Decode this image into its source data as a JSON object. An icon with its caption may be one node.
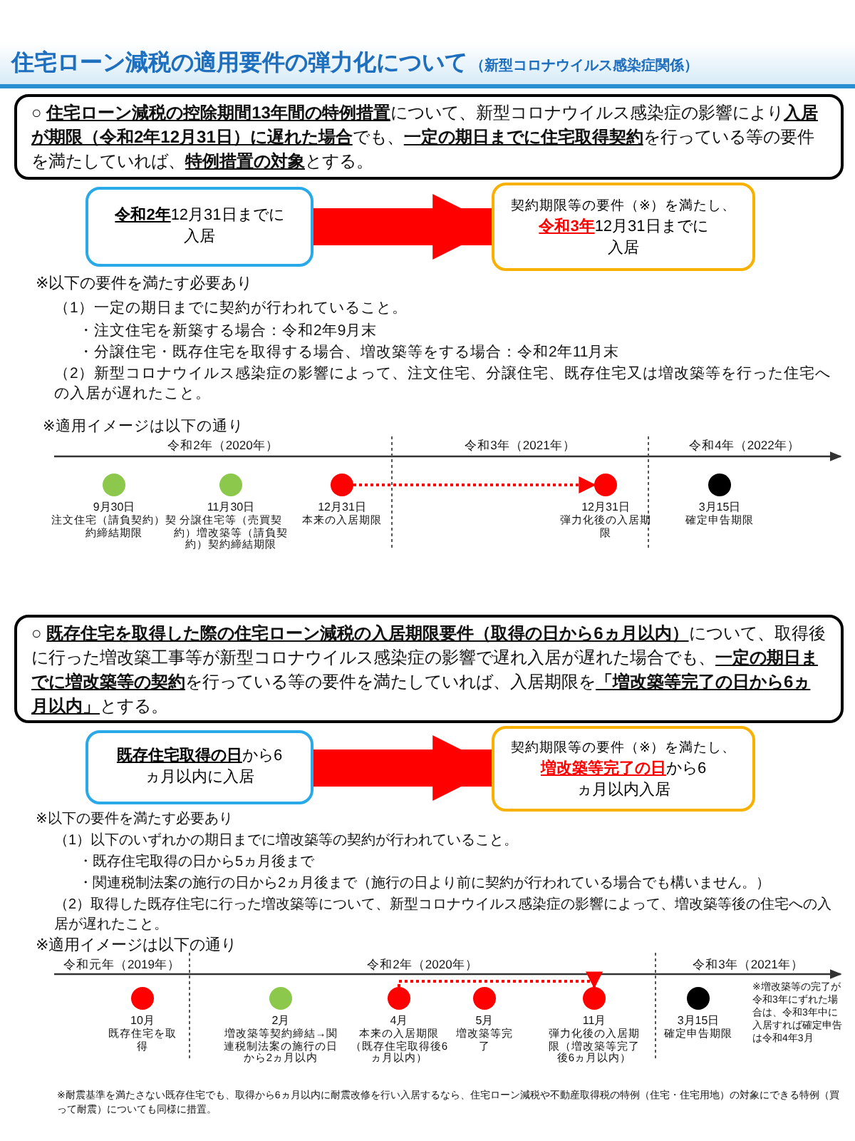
{
  "diagram": {
    "title": "住宅ローン減税の適用要件の弾力化について",
    "nodes": [
      {
        "text": [
          "○ **住宅ローン減税の控除期間13年間の特例措置**について、新型コロナウイルス感染症の影響により**入居が期限（令和2年12月31日）に遅れた場合**でも、**一定の期日までに住宅取得契約**を行っている等の要件を満たしていれば、**特例措置の対象**とする。"
        ]
      },
      {
        "text": [
          "**令和2年**12月31日までに入居"
        ]
      },
      {
        "text": [
          "契約期限等の要件（※）を満たし、",
          "**令和3年**12月31日までに入居"
        ]
      },
      {
        "text": [],
        "shape": "circle",
        "beside": [
          "9月30日",
          "注文住宅（請負契約）契約締結期限"
        ]
      },
      {
        "text": [],
        "shape": "circle",
        "beside": [
          "11月30日",
          "分譲住宅等（売買契約）増改築等（請負契約）契約締結期限"
        ]
      },
      {
        "text": [],
        "shape": "circle",
        "beside": [
          "12月31日",
          "本来の入居期限"
        ]
      },
      {
        "text": [],
        "shape": "circle",
        "beside": [
          "12月31日",
          "弾力化後の入居期限"
        ]
      },
      {
        "text": [],
        "shape": "circle",
        "beside": [
          "3月15日",
          "確定申告期限"
        ]
      },
      {
        "text": [
          "○ **既存住宅を取得した際の住宅ローン減税の入居期限要件（取得の日から6ヵ月以内）**について、取得後に行った増改築工事等が新型コロナウイルス感染症の影響で遅れ入居が遅れた場合でも、**一定の期日までに増改築等の契約**を行っている等の要件を満たしていれば、入居期限を**「増改築等完了の日から6ヵ月以内」**とする。"
        ]
      },
      {
        "text": [
          "**既存住宅取得の日**から6ヵ月以内に入居"
        ]
      },
      {
        "text": [
          "契約期限等の要件（※）を満たし、",
          "**増改築等完了の日**から6ヵ月以内入居"
        ]
      },
      {
        "text": [],
        "shape": "circle",
        "beside": [
          "10月",
          "既存住宅を取得"
        ]
      },
      {
        "text": [],
        "shape": "circle",
        "beside": [
          "2月",
          "増改築等契約締結→関連税制法案の施行の日から2ヵ月以内"
        ]
      },
      {
        "text": [],
        "shape": "circle",
        "beside": [
          "4月",
          "本来の入居期限（既存住宅取得後6ヵ月以内）"
        ]
      },
      {
        "text": [],
        "shape": "circle",
        "beside": [
          "5月",
          "増改築等完了"
        ]
      },
      {
        "text": [],
        "shape": "circle",
        "beside": [
          "11月",
          "弾力化後の入居期限（増改築等完了後6ヵ月以内）"
        ]
      },
      {
        "text": [],
        "shape": "circle",
        "beside": [
          "3月15日",
          "確定申告期限"
        ]
      }
    ],
    "edges": [
      {
        "from": 1,
        "to": 2,
        "arrow": "to",
        "style": "thick"
      },
      {
        "from": 5,
        "to": 6,
        "arrow": "to",
        "style": "dashed"
      },
      {
        "from": 9,
        "to": 10,
        "arrow": "to",
        "style": "thick"
      },
      {
        "from": 13,
        "to": 15,
        "arrow": "to",
        "style": "dashed"
      }
    ],
    "labels": [
      "（新型コロナウイルス感染症関係）",
      "※以下の要件を満たす必要あり",
      "（1）一定の期日までに契約が行われていること。",
      "・注文住宅を新築する場合：令和2年9月末",
      "・分譲住宅・既存住宅を取得する場合、増改築等をする場合：令和2年11月末",
      "（2）新型コロナウイルス感染症の影響によって、注文住宅、分譲住宅、既存住宅又は増改築等を行った住宅への入居が遅れたこと。",
      "※適用イメージは以下の通り",
      "令和2年（2020年）",
      "令和3年（2021年）",
      "令和4年（2022年）",
      "※以下の要件を満たす必要あり",
      "（1）以下のいずれかの期日までに増改築等の契約が行われていること。",
      "・既存住宅取得の日から5ヵ月後まで",
      "・関連税制法案の施行の日から2ヵ月後まで（施行の日より前に契約が行われている場合でも構いません。）",
      "（2）取得した既存住宅に行った増改築等について、新型コロナウイルス感染症の影響によって、増改築等後の住宅への入居が遅れたこと。",
      "※適用イメージは以下の通り",
      "令和元年（2019年）",
      "令和2年（2020年）",
      "令和3年（2021年）",
      "※増改築等の完了が令和3年にずれた場合は、令和3年中に入居すれば確定申告は令和4年3月",
      "※耐震基準を満たさない既存住宅でも、取得から6ヵ月以内に耐震改修を行い入居するなら、住宅ローン減税や不動産取得税の特例（住宅・住宅用地）の対象にできる特例（買って耐震）についても同様に措置。"
    ]
  }
}
